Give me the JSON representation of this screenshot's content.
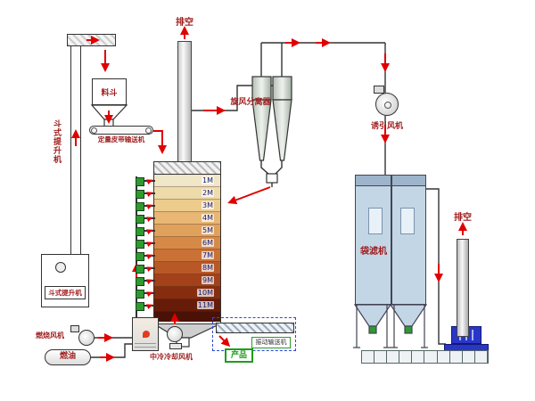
{
  "labels": {
    "exhaust_top": "排空",
    "exhaust_right": "排空",
    "cyclone_separator": "旋风分离器",
    "induced_draft_fan": "诱引风机",
    "bag_filter": "袋滤机",
    "bucket_elevator_side": "斗式提升机",
    "bucket_elevator_boot": "斗式提升机",
    "hopper": "料斗",
    "weigh_belt_conveyor": "定量皮带输送机",
    "combustion_fan": "燃烧风机",
    "fuel_oil": "燃油",
    "cooling_fan": "中冷冷却风机",
    "product": "产品",
    "vibrating_conveyor": "振动输送机"
  },
  "tower": {
    "levels": [
      {
        "label": "1M",
        "color": "#f0e6c8"
      },
      {
        "label": "2M",
        "color": "#eedbaa"
      },
      {
        "label": "3M",
        "color": "#eccb8d"
      },
      {
        "label": "4M",
        "color": "#e7b773"
      },
      {
        "label": "5M",
        "color": "#e0a15c"
      },
      {
        "label": "6M",
        "color": "#d78947"
      },
      {
        "label": "7M",
        "color": "#ca7136"
      },
      {
        "label": "8M",
        "color": "#b95827"
      },
      {
        "label": "9M",
        "color": "#a2411a"
      },
      {
        "label": "10M",
        "color": "#862d10"
      },
      {
        "label": "11M",
        "color": "#661c09"
      }
    ]
  },
  "bottom_conveyor": {
    "cells": 10
  },
  "colors": {
    "arrow_red": "#e00000",
    "label_maroon": "#9e1b1b",
    "product_green": "#1f9d1f",
    "valve_green": "#2e9b2e",
    "bag_filter_fill": "#c3d6e6",
    "exhaust_fan_blue": "#2936c8"
  }
}
